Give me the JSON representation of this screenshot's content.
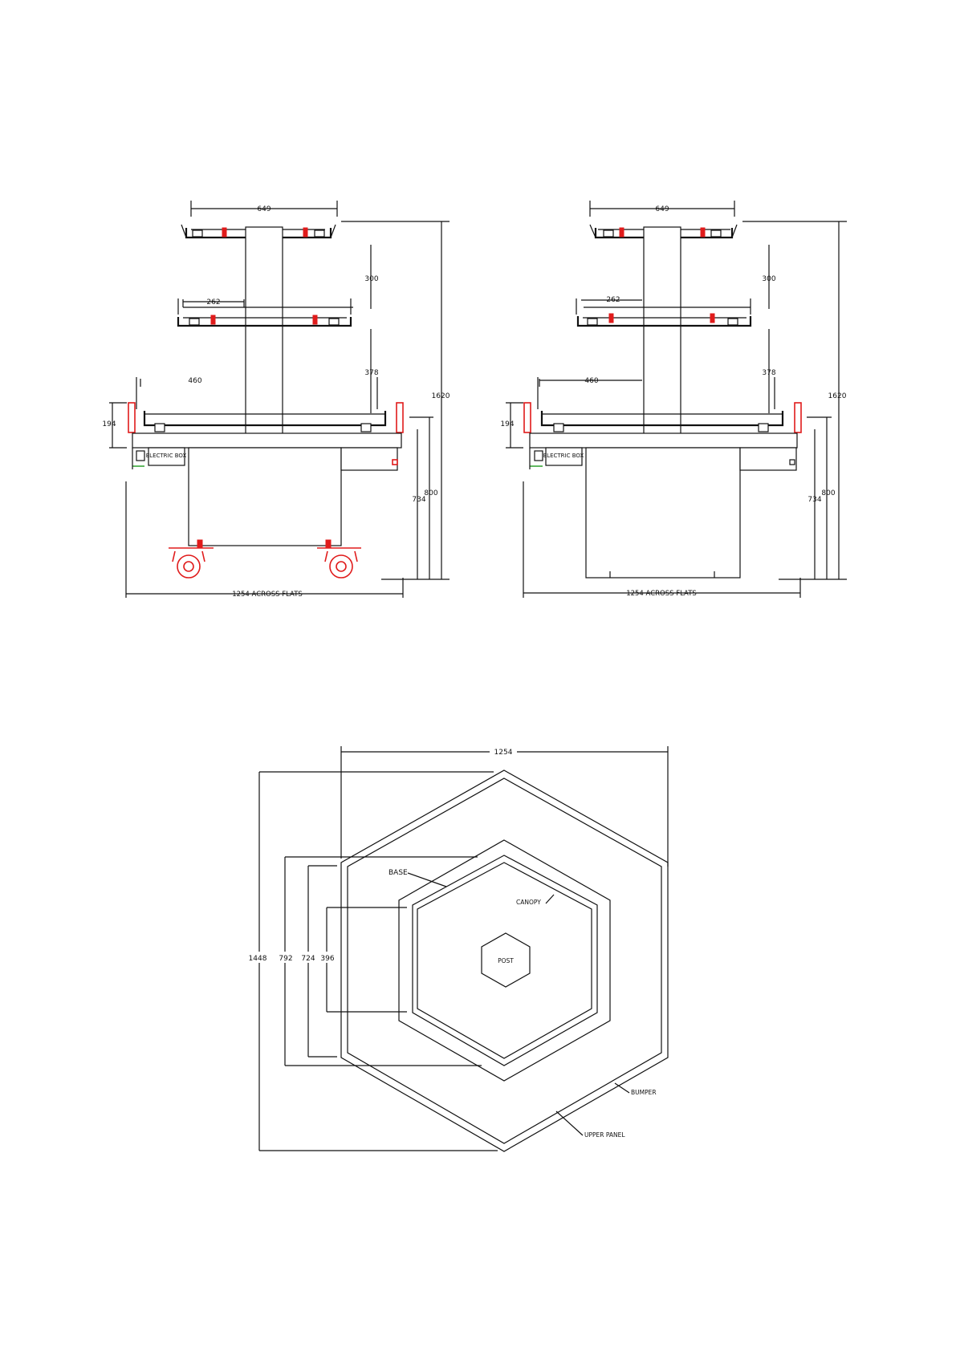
{
  "drawings": {
    "left_elevation": {
      "top_width": "649",
      "mid_offset": "262",
      "base_half_width": "460",
      "tier_gap_1": "300",
      "tier_gap_2": "378",
      "bumper_height": "194",
      "overall_height": "1620",
      "base_height": "800",
      "inner_height": "734",
      "electric_box": "ELECTRIC BOX",
      "across_flats": "1254 ACROSS FLATS"
    },
    "right_elevation": {
      "top_width": "649",
      "mid_offset": "262",
      "base_half_width": "460",
      "tier_gap_1": "300",
      "tier_gap_2": "378",
      "bumper_height": "194",
      "overall_height": "1620",
      "base_height": "800",
      "inner_height": "734",
      "electric_box": "ELECTRIC BOX",
      "across_flats": "1254 ACROSS FLATS"
    },
    "plan_view": {
      "top_width": "1254",
      "dim_1448": "1448",
      "dim_792": "792",
      "dim_724": "724",
      "dim_396": "396",
      "label_base": "BASE",
      "label_canopy": "CANOPY",
      "label_post": "POST",
      "label_bumper": "BUMPER",
      "label_upper_panel": "UPPER PANEL"
    }
  },
  "colors": {
    "line": "#111111",
    "accent_red": "#e01b1b",
    "accent_green": "#2aa02a"
  }
}
